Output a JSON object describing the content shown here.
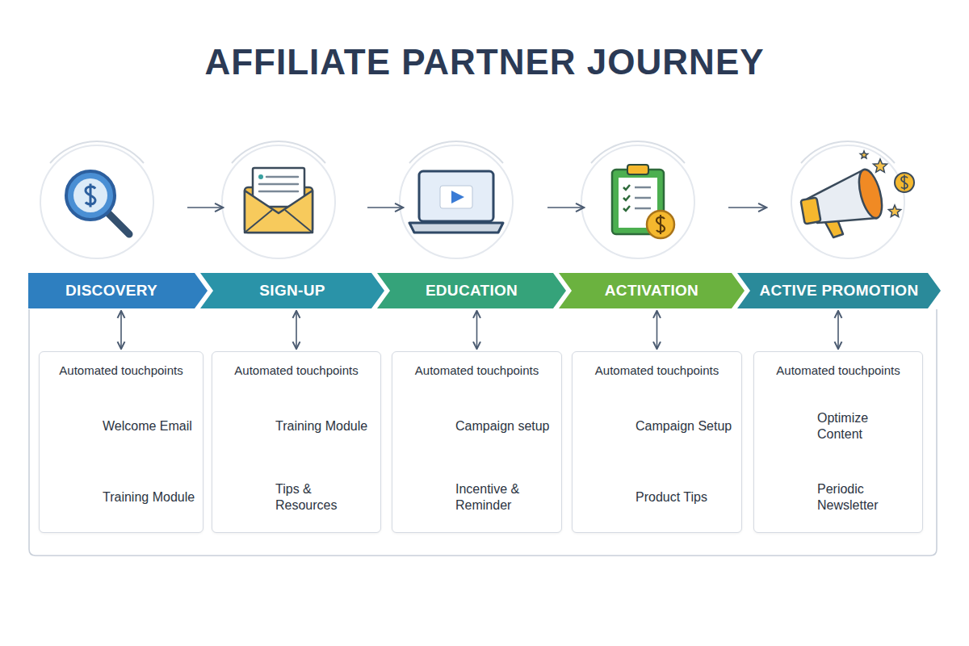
{
  "diagram": {
    "title": "AFFILIATE PARTNER JOURNEY",
    "nodes": [
      {
        "text": [
          "DISCOVERY"
        ]
      },
      {
        "text": [
          "SIGN-UP"
        ]
      },
      {
        "text": [
          "EDUCATION"
        ]
      },
      {
        "text": [
          "ACTIVATION"
        ]
      },
      {
        "text": [
          "ACTIVE PROMOTION"
        ]
      },
      {
        "text": [
          "Automated touchpoints",
          "Welcome Email",
          "Training Module"
        ]
      },
      {
        "text": [
          "Automated touchpoints",
          "Training Module",
          "Tips & Resources"
        ]
      },
      {
        "text": [
          "Automated touchpoints",
          "Campaign setup",
          "Incentive & Reminder"
        ]
      },
      {
        "text": [
          "Automated touchpoints",
          "Campaign Setup",
          "Product Tips"
        ]
      },
      {
        "text": [
          "Automated touchpoints",
          "Optimize Content",
          "Periodic Newsletter"
        ]
      }
    ],
    "edges": [
      {
        "from": 0,
        "to": 5,
        "arrow": "both"
      },
      {
        "from": 1,
        "to": 6,
        "arrow": "both"
      },
      {
        "from": 2,
        "to": 7,
        "arrow": "both"
      },
      {
        "from": 3,
        "to": 8,
        "arrow": "both"
      },
      {
        "from": 4,
        "to": 9,
        "arrow": "both"
      }
    ]
  }
}
